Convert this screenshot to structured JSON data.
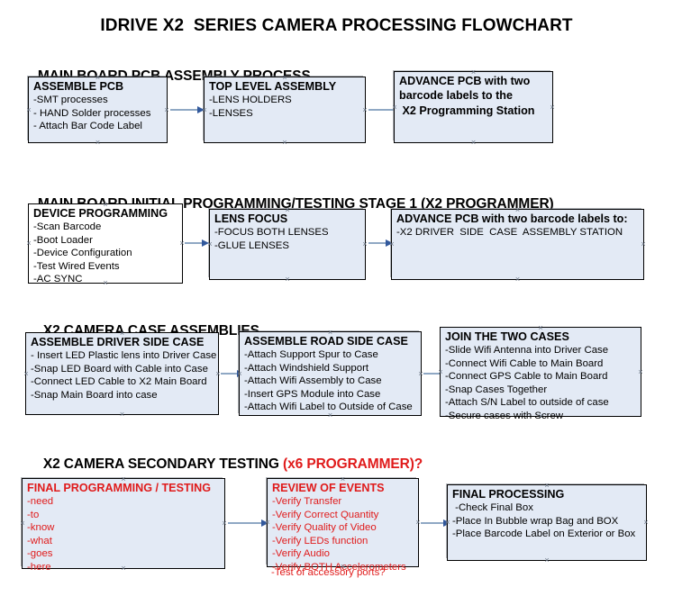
{
  "title": "IDRIVE X2  SERIES CAMERA PROCESSING FLOWCHART",
  "colors": {
    "box_fill": "#e3eaf5",
    "box_fill_white": "#ffffff",
    "box_border": "#000000",
    "text": "#000000",
    "accent_red": "#e01b1b",
    "connector_shaft": "#8fa8c4",
    "connector_head": "#31589c"
  },
  "sections": [
    {
      "heading": "MAIN BOARD PCB ASSEMBLY PROCESS",
      "heading_accent": "",
      "heading_suffix": "",
      "nodes": [
        {
          "title": "ASSEMBLE PCB",
          "lines": [
            "-SMT processes",
            "- HAND Solder processes",
            "- Attach Bar Code Label"
          ]
        },
        {
          "title": "TOP LEVEL ASSEMBLY",
          "lines": [
            "-LENS HOLDERS",
            "-LENSES"
          ]
        },
        {
          "title": "ADVANCE PCB with two",
          "lines": [
            "barcode labels to the",
            " X2 Programming Station"
          ]
        }
      ]
    },
    {
      "heading": "MAIN BOARD INITIAL PROGRAMMING/TESTING STAGE 1 (X2 PROGRAMMER)",
      "heading_accent": "",
      "heading_suffix": "",
      "nodes": [
        {
          "title": "DEVICE PROGRAMMING",
          "lines": [
            "-Scan Barcode",
            "-Boot Loader",
            "-Device Configuration",
            "-Test Wired Events",
            "-AC SYNC"
          ]
        },
        {
          "title": "LENS FOCUS",
          "lines": [
            "-FOCUS BOTH LENSES",
            "-GLUE LENSES"
          ]
        },
        {
          "title": "ADVANCE PCB with two barcode labels to:",
          "lines": [
            "-X2 DRIVER  SIDE  CASE  ASSEMBLY STATION"
          ]
        }
      ]
    },
    {
      "heading": "X2 CAMERA CASE ASSEMBLIES",
      "heading_accent": "",
      "heading_suffix": "",
      "nodes": [
        {
          "title": "ASSEMBLE DRIVER SIDE CASE",
          "lines": [
            "- Insert LED Plastic lens into Driver Case",
            "-Snap LED Board with Cable into Case",
            "-Connect LED Cable to X2 Main Board",
            "-Snap Main Board into case"
          ]
        },
        {
          "title": "ASSEMBLE ROAD SIDE CASE",
          "lines": [
            "-Attach Support Spur to Case",
            "-Attach Windshield Support",
            "-Attach Wifi Assembly to Case",
            "-Insert GPS Module into Case",
            "-Attach Wifi Label to Outside of Case"
          ]
        },
        {
          "title": "JOIN THE TWO CASES",
          "lines": [
            "-Slide Wifi Antenna into Driver Case",
            "-Connect Wifi Cable to Main Board",
            "-Connect GPS Cable to Main Board",
            "-Snap Cases Together",
            "-Attach S/N Label to outside of case",
            "-Secure cases with Screw"
          ]
        }
      ]
    },
    {
      "heading": "X2 CAMERA SECONDARY TESTING ",
      "heading_accent": "(x6 PROGRAMMER)?",
      "heading_suffix": "",
      "nodes": [
        {
          "title": "FINAL PROGRAMMING / TESTING",
          "lines": [
            "-need",
            "-to",
            "-know",
            "-what",
            "-goes",
            "-here"
          ]
        },
        {
          "title": "REVIEW OF EVENTS",
          "lines": [
            "-Verify Transfer",
            "-Verify Correct Quantity",
            "-Verify Quality of Video",
            "-Verify LEDs function",
            "-Verify Audio",
            "-Verify BOTH Accelerometers"
          ],
          "overflow_line": "-Test of accessory ports?"
        },
        {
          "title": "FINAL PROCESSING",
          "lines": [
            " -Check Final Box",
            "-Place In Bubble wrap Bag and BOX",
            "-Place Barcode Label on Exterior or Box"
          ]
        }
      ]
    }
  ]
}
